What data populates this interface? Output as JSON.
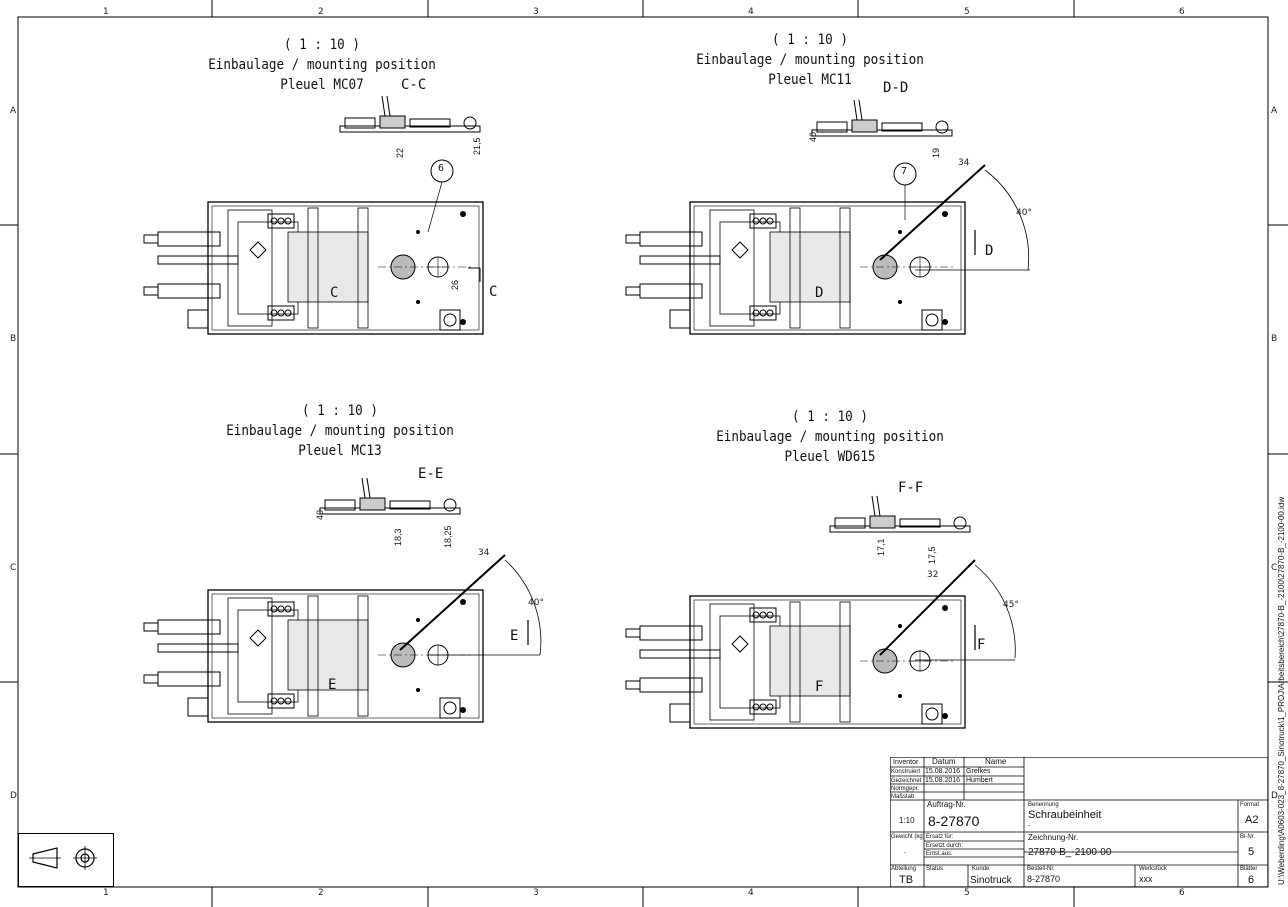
{
  "drawing_frame": {
    "zones_top": [
      "1",
      "2",
      "3",
      "4",
      "5",
      "6"
    ],
    "zones_bottom": [
      "1",
      "2",
      "3",
      "4",
      "5",
      "6"
    ],
    "zones_left": [
      "A",
      "B",
      "C",
      "D"
    ],
    "zones_right": [
      "A",
      "B",
      "C",
      "D"
    ],
    "file_path": "U:\\Weberding\\A0603-023_8-27870_Sinotruck\\1_PROJ\\Arbeitsbereich\\27870-B_-2100\\27870-B_-2100-00.idw"
  },
  "views": [
    {
      "scale": "( 1 : 10 )",
      "title": "Einbaulage / mounting position",
      "part": "Pleuel MC07",
      "section": "C-C",
      "balloon": "6",
      "section_mark": "C",
      "dims": [
        "22",
        "21,5",
        "26"
      ]
    },
    {
      "scale": "( 1 : 10 )",
      "title": "Einbaulage / mounting position",
      "part": "Pleuel MC11",
      "section": "D-D",
      "balloon": "7",
      "section_mark": "D",
      "dims": [
        "40",
        "19",
        "34",
        "40°"
      ]
    },
    {
      "scale": "( 1 : 10 )",
      "title": "Einbaulage / mounting position",
      "part": "Pleuel MC13",
      "section": "E-E",
      "balloon": "",
      "section_mark": "E",
      "dims": [
        "40",
        "18,3",
        "18,25",
        "34",
        "40°"
      ]
    },
    {
      "scale": "( 1 : 10 )",
      "title": "Einbaulage / mounting position",
      "part": "Pleuel WD615",
      "section": "F-F",
      "balloon": "",
      "section_mark": "F",
      "dims": [
        "17,1",
        "17,5",
        "32",
        "45°"
      ]
    }
  ],
  "title_block": {
    "hdr_inventor": "Inventor",
    "hdr_datum": "Datum",
    "hdr_name": "Name",
    "row_konstruiert": "Konstruiert",
    "row_gezeichnet": "Gezeichnet",
    "row_normgepr": "Normgepr.",
    "konstruiert_datum": "15.08.2016",
    "konstruiert_name": "Grefkes",
    "gezeichnet_datum": "15.08.2016",
    "gezeichnet_name": "Humbert",
    "label_massstab": "Maßstab",
    "massstab": "1:10",
    "label_auftrag": "Auftrag-Nr.",
    "auftrag": "8-27870",
    "label_benennung": "Benennung",
    "benennung": "Schraubeinheit",
    "benennung_sub": "-",
    "label_format": "Format",
    "format": "A2",
    "label_gewicht": "Gewicht (kg)",
    "gewicht": "-",
    "label_ersatz_fuer": "Ersatz für:",
    "label_ersetzt_durch": "Ersetzt durch:",
    "label_entst_aus": "Entst.aus:",
    "label_zeichnung": "Zeichnung-Nr.",
    "zeichnung": "27870-B_-2100-00",
    "label_blnr": "Bl-Nr.",
    "blnr": "5",
    "label_abteilung": "Abteilung",
    "abteilung": "TB",
    "label_status": "Status",
    "label_kunde": "Kunde",
    "kunde": "Sinotruck",
    "label_bestell": "Bestell-Nr.",
    "bestell": "8-27870",
    "label_werkstueck": "Werkstück",
    "werkstueck": "xxx",
    "label_blaetter": "Blätter",
    "blaetter": "6"
  }
}
